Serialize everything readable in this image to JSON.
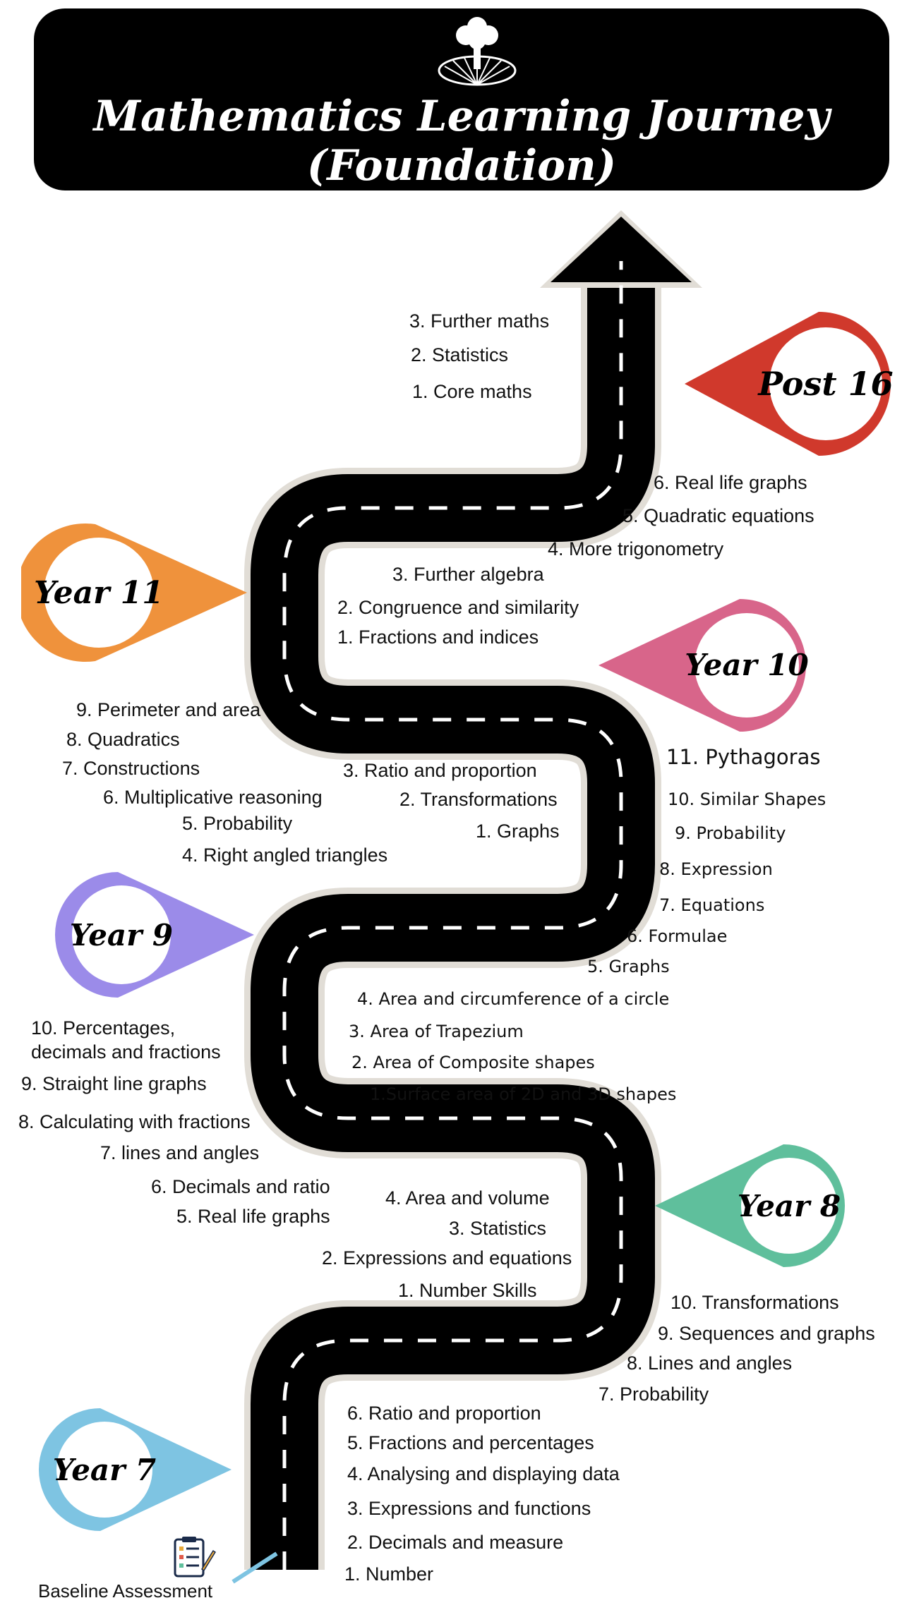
{
  "title": {
    "line1": "Mathematics Learning Journey",
    "line2": "(Foundation)"
  },
  "pins": [
    {
      "key": "post16",
      "label": "Post 16",
      "color": "#d0392c"
    },
    {
      "key": "year11",
      "label": "Year 11",
      "color": "#ef923c"
    },
    {
      "key": "year10",
      "label": "Year 10",
      "color": "#d8658a"
    },
    {
      "key": "year9",
      "label": "Year 9",
      "color": "#9b8be9"
    },
    {
      "key": "year8",
      "label": "Year 8",
      "color": "#5fbf9c"
    },
    {
      "key": "year7",
      "label": "Year 7",
      "color": "#7ec4e2"
    }
  ],
  "post16": [
    "3. Further maths",
    "2. Statistics",
    "1. Core maths"
  ],
  "year11_right": [
    "6. Real life graphs",
    "5. Quadratic equations",
    "4. More trigonometry"
  ],
  "year11_left": [
    "3. Further algebra",
    "2. Congruence and similarity",
    "1. Fractions and indices"
  ],
  "year10_left": [
    "9. Perimeter and area",
    "8. Quadratics",
    "7. Constructions",
    "6. Multiplicative reasoning",
    "5. Probability",
    "4. Right angled triangles",
    "3. Ratio and proportion",
    "2. Transformations",
    "1. Graphs"
  ],
  "year9_right": [
    "11. Pythagoras",
    "10. Similar Shapes",
    "9. Probability",
    "8. Expression",
    "7. Equations",
    "6. Formulae",
    "5. Graphs",
    "4. Area and circumference of a circle",
    "3. Area of Trapezium",
    "2. Area of Composite shapes",
    "1.Surface area of 2D and 3D shapes"
  ],
  "year9_left": [
    "10. Percentages,",
    "decimals and fractions",
    "9. Straight line graphs",
    "8. Calculating with fractions",
    "7. lines and angles",
    "6. Decimals and ratio",
    "5.  Real life graphs",
    "4. Area and volume",
    "3. Statistics",
    "2. Expressions and equations",
    "1. Number Skills"
  ],
  "year7_right": [
    "10. Transformations",
    "9. Sequences and graphs",
    "8. Lines and angles",
    "7. Probability"
  ],
  "year7_left": [
    "6. Ratio and proportion",
    "5. Fractions and percentages",
    "4. Analysing and displaying data",
    "3. Expressions and functions",
    "2. Decimals and measure",
    "1. Number"
  ],
  "baseline": "Baseline Assessment",
  "icons": [
    "tree-logo-icon",
    "clipboard-checklist-icon"
  ]
}
